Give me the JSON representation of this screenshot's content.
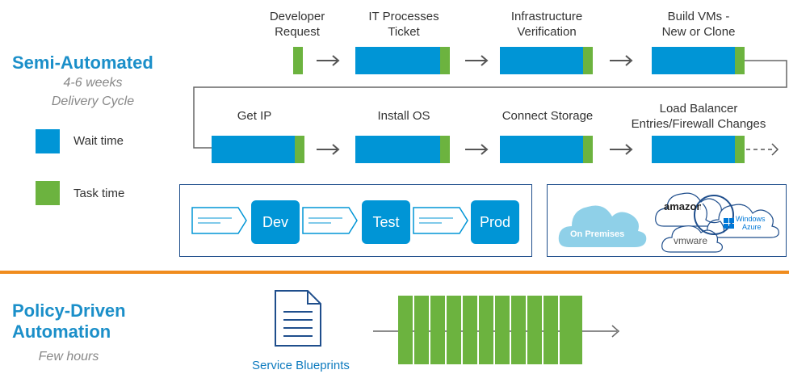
{
  "semi": {
    "title": "Semi-Automated",
    "sub1": "4-6 weeks",
    "sub2": "Delivery Cycle"
  },
  "legend": {
    "wait": "Wait time",
    "task": "Task time",
    "wait_color": "#0095d6",
    "task_color": "#6cb33f"
  },
  "row1": [
    {
      "line1": "Developer",
      "line2": "Request"
    },
    {
      "line1": "IT Processes",
      "line2": "Ticket"
    },
    {
      "line1": "Infrastructure",
      "line2": "Verification"
    },
    {
      "line1": "Build VMs -",
      "line2": "New or Clone"
    }
  ],
  "row2": [
    {
      "line1": "Get IP"
    },
    {
      "line1": "Install OS"
    },
    {
      "line1": "Connect Storage"
    },
    {
      "line1": "Load Balancer",
      "line2": "Entries/Firewall Changes"
    }
  ],
  "envs": [
    "Dev",
    "Test",
    "Prod"
  ],
  "clouds": {
    "on_prem": "On Premises",
    "amazon": "amazon",
    "windows_azure_1": "Windows",
    "windows_azure_2": "Azure",
    "vmware": "vmware"
  },
  "policy": {
    "title1": "Policy-Driven",
    "title2": "Automation",
    "sub": "Few hours",
    "blueprints": "Service Blueprints"
  },
  "colors": {
    "accent_blue": "#0095d6",
    "accent_green": "#6cb33f",
    "divider_orange": "#f08c1e",
    "heading_blue": "#1b8fc9"
  }
}
